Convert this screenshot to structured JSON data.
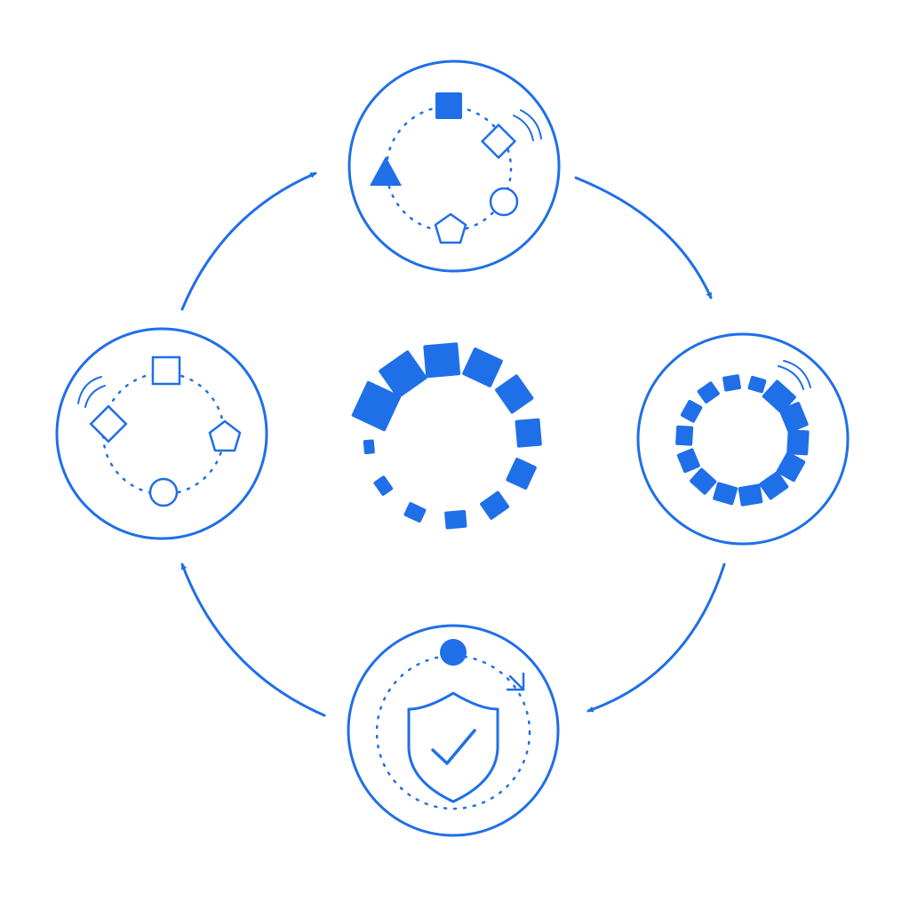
{
  "colors": {
    "accent": "#1f6fe8",
    "background": "#ffffff"
  },
  "diagram": {
    "kind": "cycle",
    "direction": "clockwise",
    "nodes": [
      {
        "id": "top",
        "icon": "shapes-orbit-icon",
        "shapes": [
          "square-filled",
          "diamond-outline",
          "circle-outline",
          "pentagon-outline",
          "triangle-filled"
        ]
      },
      {
        "id": "right",
        "icon": "loading-spinner-icon"
      },
      {
        "id": "bottom",
        "icon": "shield-check-icon"
      },
      {
        "id": "left",
        "icon": "shapes-orbit-icon",
        "shapes": [
          "square-outline",
          "pentagon-outline",
          "circle-outline",
          "diamond-outline"
        ]
      }
    ],
    "center": {
      "icon": "loading-spinner-icon"
    },
    "arrows": [
      "top-to-right",
      "right-to-bottom",
      "bottom-to-left",
      "left-to-top"
    ]
  }
}
